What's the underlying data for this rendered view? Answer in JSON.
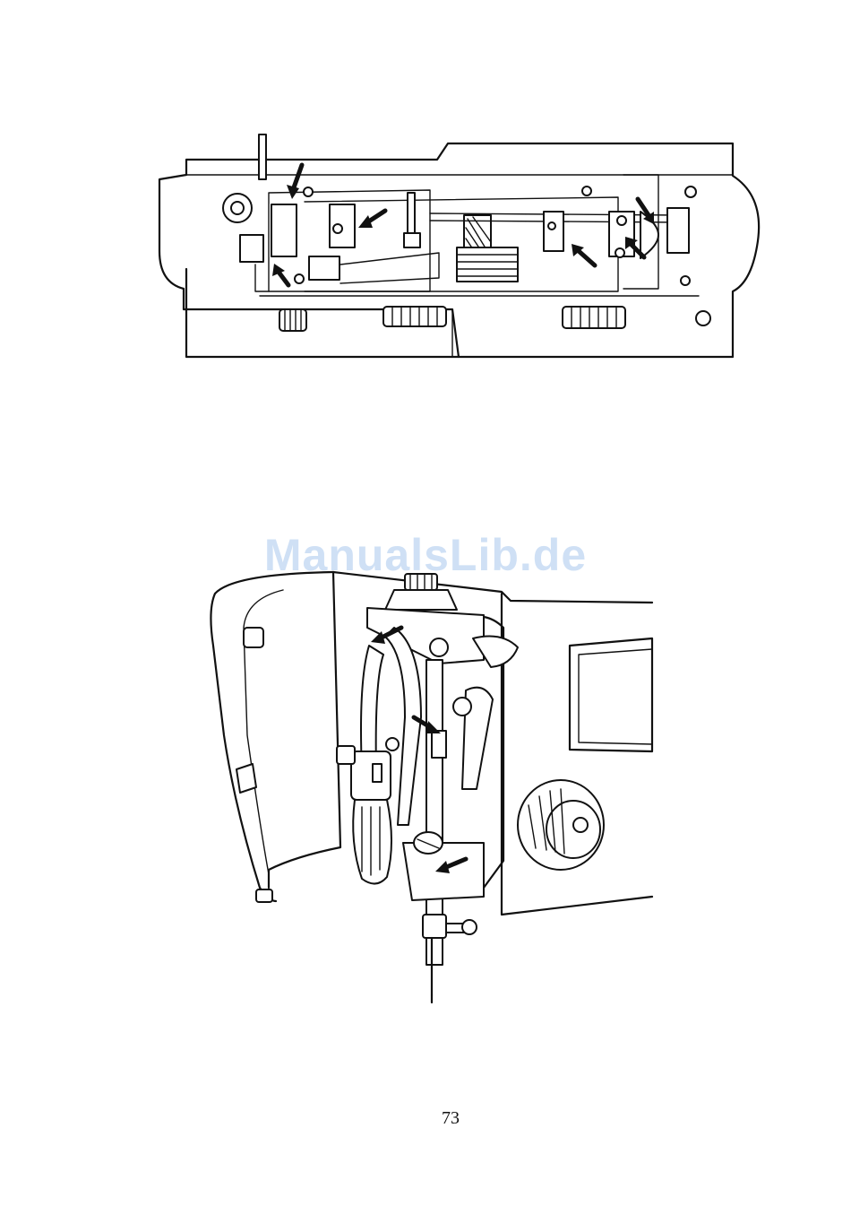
{
  "document": {
    "watermark": "ManualsLib.de",
    "page_number": "73"
  },
  "figures": [
    {
      "icon": "sewing-machine-top-view-diagram"
    },
    {
      "icon": "needle-bar-mechanism-diagram"
    }
  ]
}
